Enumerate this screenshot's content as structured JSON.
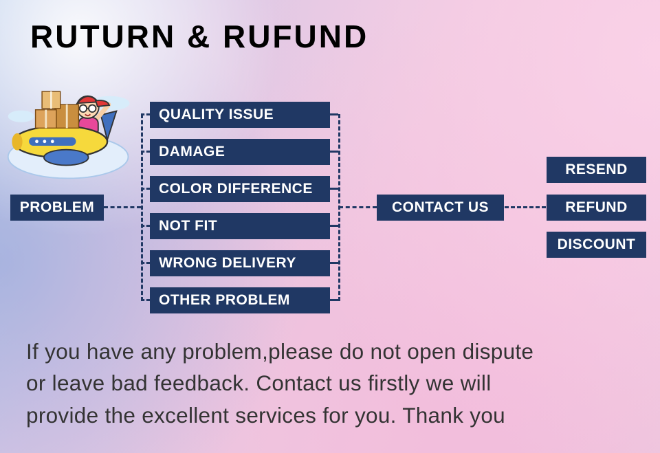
{
  "title": {
    "part1": "RUTURN & ",
    "part2": "RUFUND"
  },
  "flowchart": {
    "problem": "PROBLEM",
    "issues": [
      "QUALITY ISSUE",
      "DAMAGE",
      "COLOR DIFFERENCE",
      "NOT FIT",
      "WRONG DELIVERY",
      "OTHER PROBLEM"
    ],
    "contact": "CONTACT US",
    "outcomes": [
      "RESEND",
      "REFUND",
      "DISCOUNT"
    ]
  },
  "footer": {
    "lines": [
      "If you have any problem,please do not open dispute",
      "or leave bad feedback. Contact us firstly we will",
      "provide the excellent services for you. Thank you"
    ]
  },
  "illustration": {
    "name": "delivery-boy-airplane-cartoon"
  },
  "colors": {
    "box_navy": "#203864",
    "title_pink": "#dd3392",
    "title_dark": "#8e2a63",
    "footer_text": "#333333"
  }
}
